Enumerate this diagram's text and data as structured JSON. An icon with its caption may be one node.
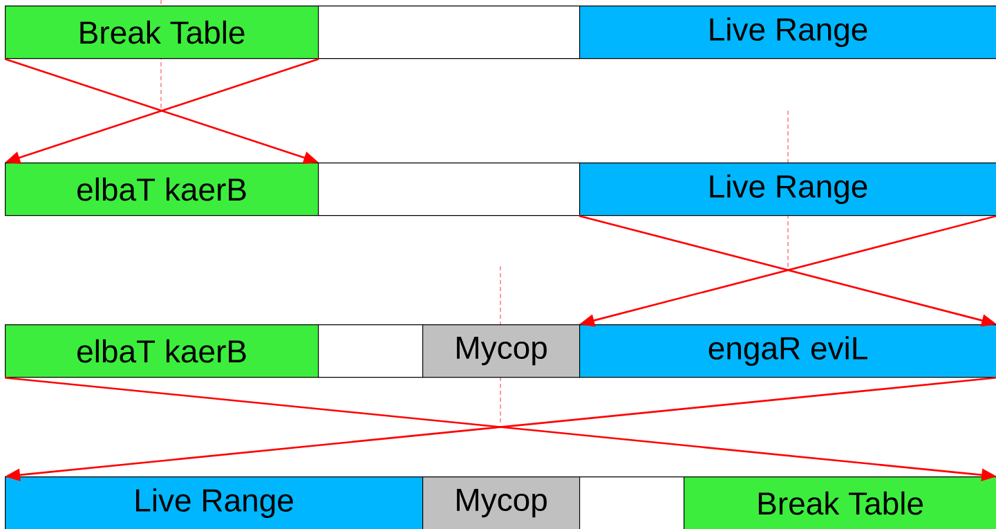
{
  "diagram": {
    "nodes": [
      {
        "text": [
          "Break Table"
        ]
      },
      {
        "text": [],
        "shape": "box"
      },
      {
        "text": [
          "Live Range"
        ]
      },
      {
        "text": [
          "elbaT kaerB"
        ]
      },
      {
        "text": [],
        "shape": "box"
      },
      {
        "text": [
          "Live Range"
        ]
      },
      {
        "text": [
          "elbaT kaerB"
        ]
      },
      {
        "text": [],
        "shape": "box"
      },
      {
        "text": [
          "Mycop"
        ]
      },
      {
        "text": [
          "engaR eviL"
        ]
      },
      {
        "text": [
          "Live Range"
        ]
      },
      {
        "text": [
          "Mycop"
        ]
      },
      {
        "text": [],
        "shape": "box"
      },
      {
        "text": [
          "Break Table"
        ]
      }
    ],
    "edges": [
      {
        "from": 0,
        "to": 3,
        "arrow": "to"
      },
      {
        "from": 0,
        "to": 3,
        "arrow": "to"
      },
      {
        "from": 5,
        "to": 9,
        "arrow": "to"
      },
      {
        "from": 5,
        "to": 9,
        "arrow": "to"
      },
      {
        "from": 6,
        "to": 13,
        "arrow": "to"
      },
      {
        "from": 9,
        "to": 10,
        "arrow": "to"
      }
    ]
  }
}
